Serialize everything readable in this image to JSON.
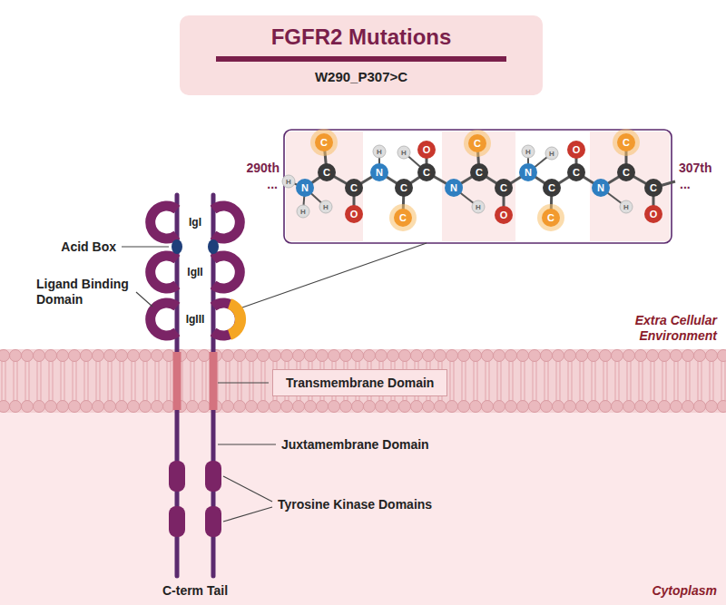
{
  "diagram": {
    "title": "FGFR2 Mutations",
    "nodes": [
      {
        "text": [
          "FGFR2 Mutations",
          "W290_P307>C"
        ]
      },
      {
        "text": [
          "Transmembrane Domain"
        ]
      }
    ],
    "labels": [
      "IgI",
      "Acid Box",
      "IgII",
      "Ligand Binding Domain",
      "IgIII",
      "Extra Cellular Environment",
      "Juxtamembrane Domain",
      "Tyrosine Kinase Domains",
      "C-term Tail",
      "Cytoplasm",
      "290th",
      "...",
      "307th",
      "...",
      "H",
      "H",
      "N",
      "C",
      "C",
      "H",
      "C",
      "O",
      "H",
      "N",
      "H",
      "C",
      "C",
      "O",
      "C",
      "N",
      "C",
      "C",
      "H",
      "C",
      "O",
      "H",
      "N",
      "H",
      "C",
      "C",
      "O",
      "C",
      "N",
      "C",
      "C",
      "H",
      "C",
      "O"
    ]
  }
}
